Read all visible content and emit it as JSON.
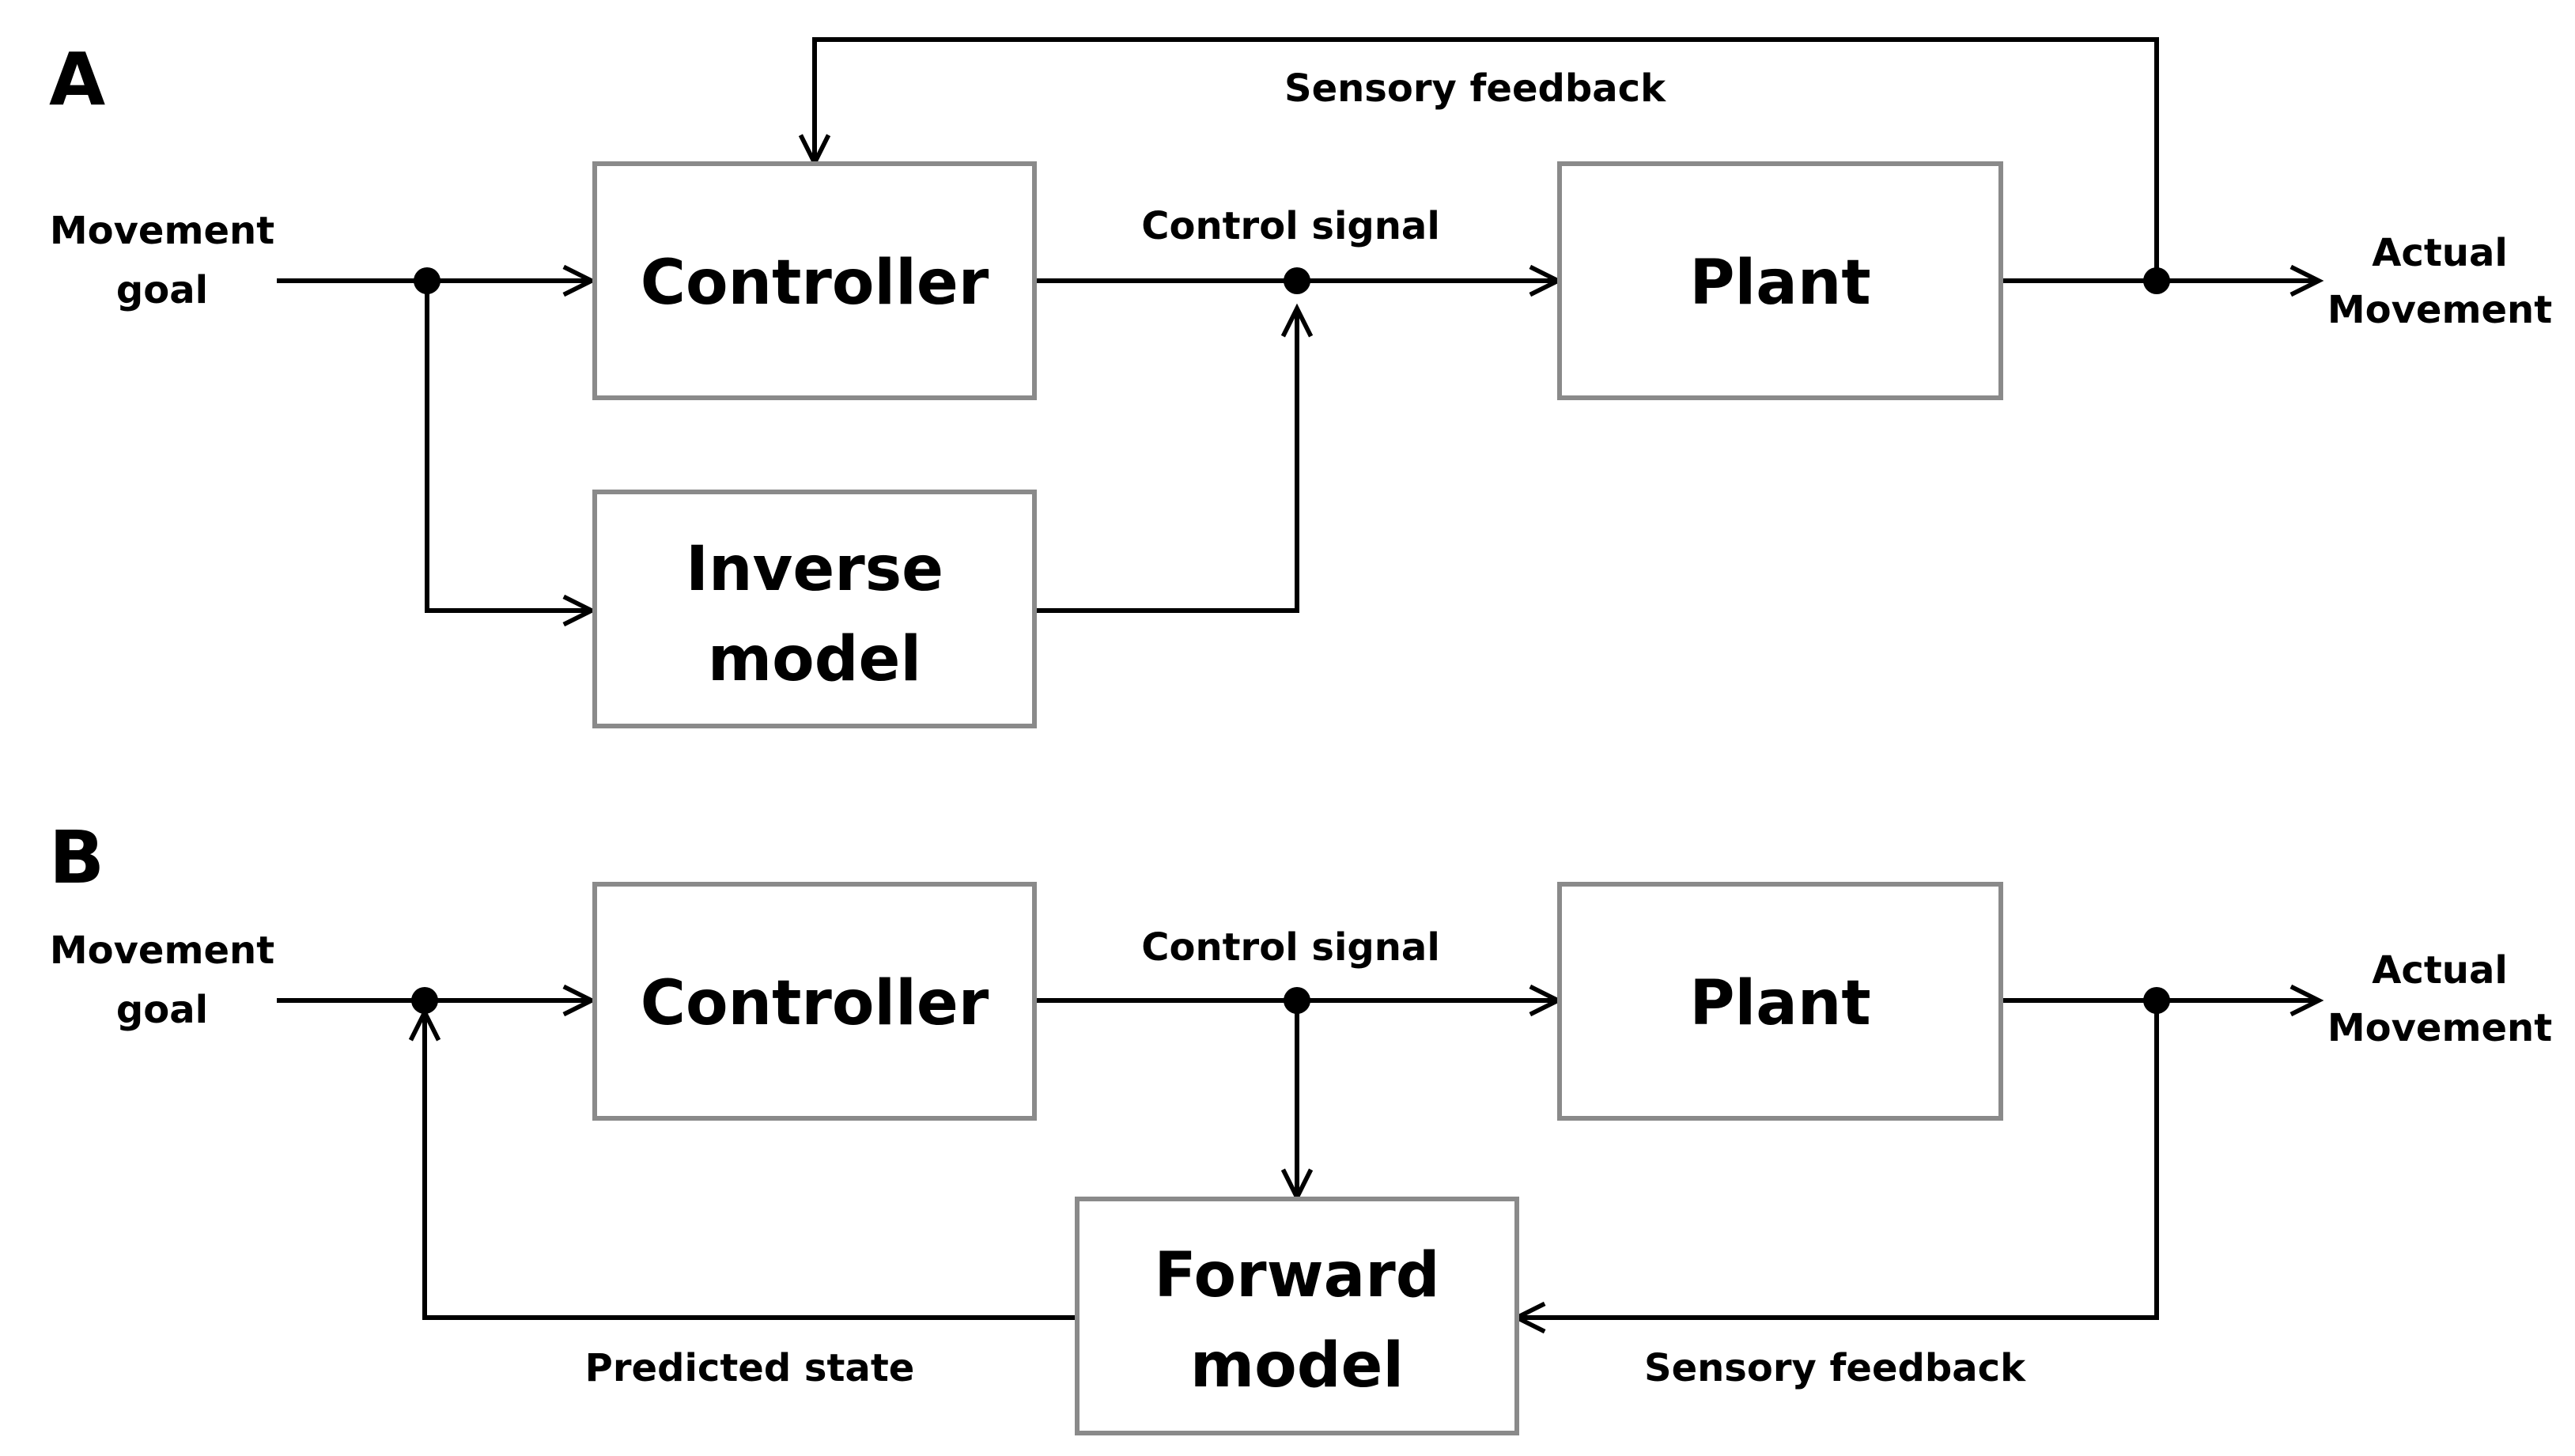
{
  "panels": {
    "a": {
      "letter": "A",
      "input_label": [
        "Movement",
        "goal"
      ],
      "output_label": [
        "Actual",
        "Movement"
      ],
      "blocks": {
        "controller": [
          "Controller"
        ],
        "plant": [
          "Plant"
        ],
        "inverse_model": [
          "Inverse",
          "model"
        ]
      },
      "edges": {
        "control_signal": "Control signal",
        "sensory_feedback": "Sensory feedback"
      }
    },
    "b": {
      "letter": "B",
      "input_label": [
        "Movement",
        "goal"
      ],
      "output_label": [
        "Actual",
        "Movement"
      ],
      "blocks": {
        "controller": [
          "Controller"
        ],
        "plant": [
          "Plant"
        ],
        "forward_model": [
          "Forward",
          "model"
        ]
      },
      "edges": {
        "control_signal": "Control signal",
        "sensory_feedback": "Sensory feedback",
        "predicted_state": "Predicted state"
      }
    }
  },
  "colors": {
    "box_border": "#8a8a8a",
    "line": "#000000",
    "text": "#000000",
    "background": "#ffffff"
  }
}
